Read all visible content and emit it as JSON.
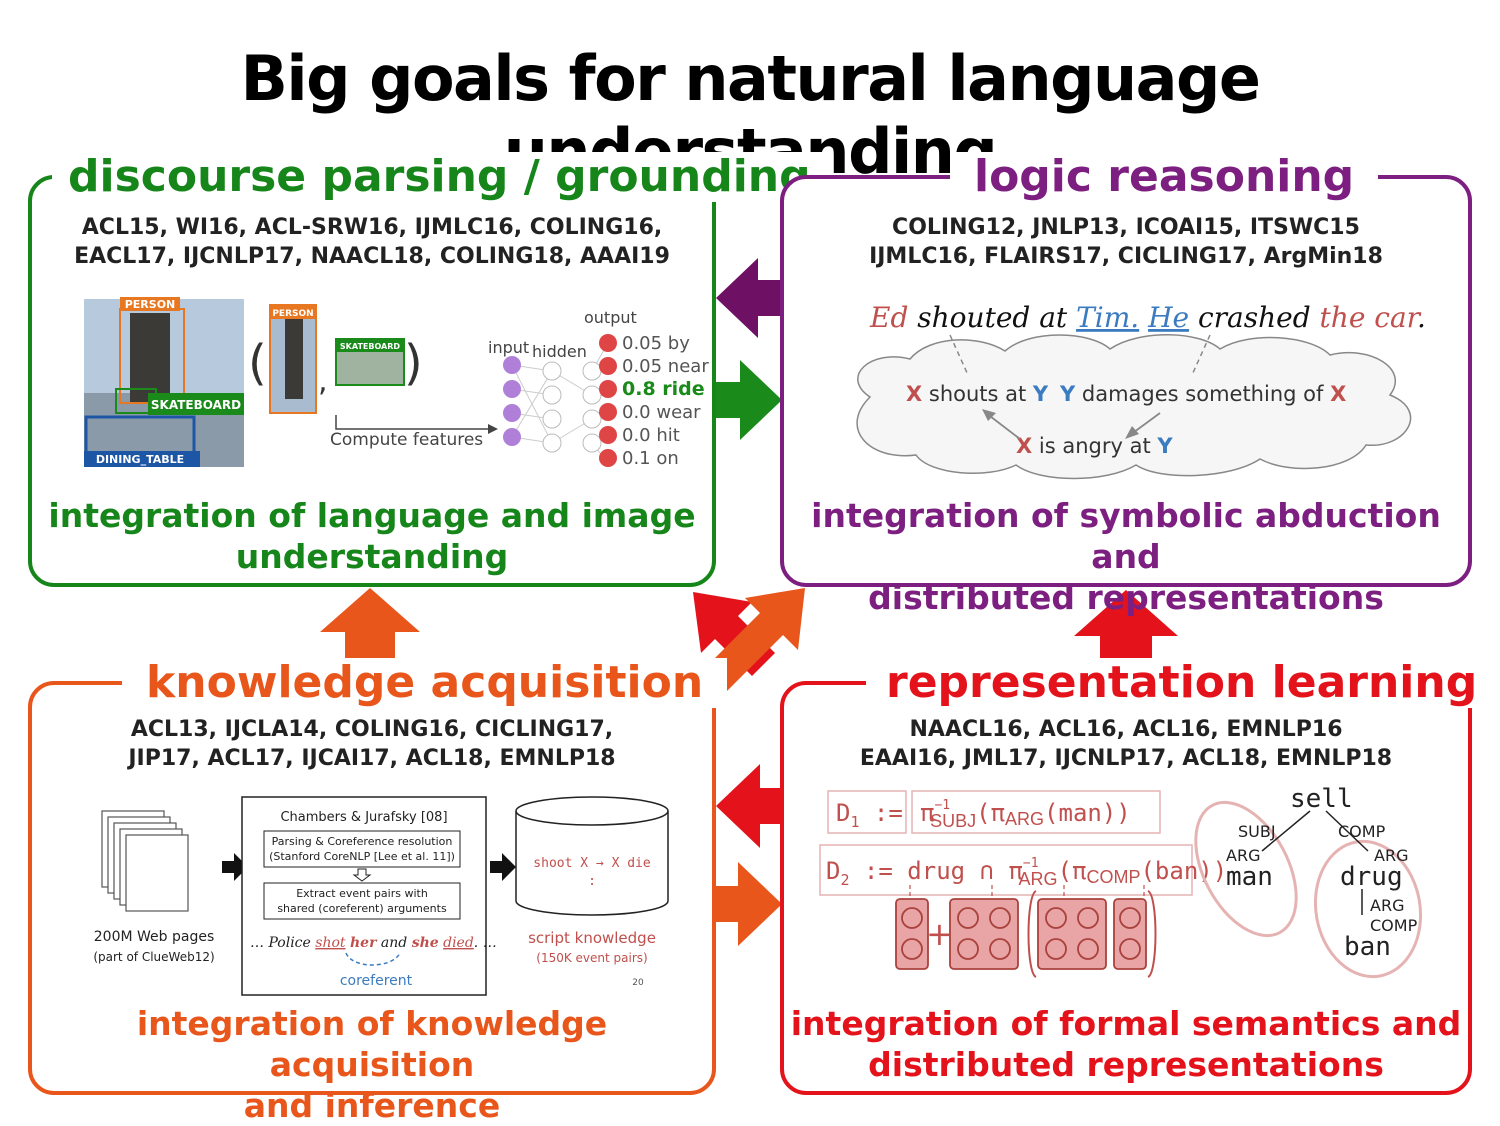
{
  "title": "Big goals for natural language understanding",
  "colors": {
    "green": "#16861a",
    "purple": "#7c1f80",
    "orange": "#e8561b",
    "red": "#e4121a"
  },
  "discourse": {
    "title": "discourse parsing / grounding",
    "refs_line1": "ACL15, WI16, ACL-SRW16,  IJMLC16, COLING16,",
    "refs_line2": "EACL17, IJCNLP17, NAACL18, COLING18, AAAI19",
    "integration_line1": "integration of language and image",
    "integration_line2": "understanding",
    "figure": {
      "person": "PERSON",
      "skateboard": "SKATEBOARD",
      "dining_table": "DINING_TABLE",
      "person_small": "PERSON",
      "skateboard_small": "SKATEBOARD",
      "paren_open": "(",
      "comma": ",",
      "paren_close": ")",
      "compute_features": "Compute features",
      "input": "input",
      "hidden": "hidden",
      "output": "output",
      "outputs": [
        "0.05 by",
        "0.05 near",
        "0.8 ride",
        "0.0 wear",
        "0.0 hit",
        "0.1 on"
      ]
    }
  },
  "logic": {
    "title": "logic reasoning",
    "refs_line1": "COLING12, JNLP13, ICOAI15, ITSWC15",
    "refs_line2": "IJMLC16, FLAIRS17, CICLING17, ArgMin18",
    "integration_line1": "integration of symbolic abduction and",
    "integration_line2": "distributed representations",
    "sentence": {
      "ed": "Ed",
      "shouted_at": " shouted at ",
      "tim": "Tim.",
      "he": "He",
      "crashed": " crashed ",
      "the_car": "the car",
      "period": "."
    },
    "cloud": {
      "x": "X",
      "y": "Y",
      "shouts_at": " shouts at ",
      "damages": " damages something of ",
      "is_angry_at": " is angry at "
    }
  },
  "knowledge": {
    "title": "knowledge acquisition",
    "refs_line1": "ACL13, IJCLA14, COLING16, CICLING17,",
    "refs_line2": "JIP17, ACL17, IJCAI17, ACL18, EMNLP18",
    "integration_line1": "integration of knowledge acquisition",
    "integration_line2": "and inference",
    "figure": {
      "pages_label": "200M Web pages",
      "pages_sub": "(part of ClueWeb12)",
      "pipeline_title": "Chambers & Jurafsky [08]",
      "step1_line1": "Parsing & Coreference resolution",
      "step1_line2": "(Stanford CoreNLP [Lee et al. 11])",
      "step2_line1": "Extract event pairs with",
      "step2_line2": "shared (coreferent) arguments",
      "example_pre": "… Police ",
      "example_shot": "shot",
      "example_her": "her",
      "example_and": " and ",
      "example_she": "she",
      "example_died": "died",
      "example_post": ". …",
      "coreferent": "coreferent",
      "db_line1": "shoot X → X die",
      "db_line2": ":",
      "script_knowledge": "script knowledge",
      "script_sub": "(150K event pairs)",
      "page_number": "20"
    }
  },
  "representation": {
    "title": "representation learning",
    "refs_line1": "NAACL16, ACL16, ACL16, EMNLP16",
    "refs_line2": "EAAI16, JML17, IJCNLP17, ACL18, EMNLP18",
    "integration_line1": "integration of formal semantics and",
    "integration_line2": "distributed representations",
    "figure": {
      "d1": "D",
      "d1_sub": "1",
      "assign": " :=",
      "pi": "π",
      "sup": "−1",
      "subj": "SUBJ",
      "arg": "ARG",
      "comp": "COMP",
      "man_paren": "(man))",
      "d2": "D",
      "d2_sub": "2",
      "drug_cap": " drug ∩ ",
      "open_paren": "(",
      "ban_paren": "(ban))",
      "plus": "+",
      "tree": {
        "sell": "sell",
        "subj": "SUBJ",
        "comp": "COMP",
        "arg1": "ARG",
        "arg2": "ARG",
        "man": "man",
        "drug": "drug",
        "arg3": "ARG",
        "comp2": "COMP",
        "ban": "ban"
      }
    }
  }
}
